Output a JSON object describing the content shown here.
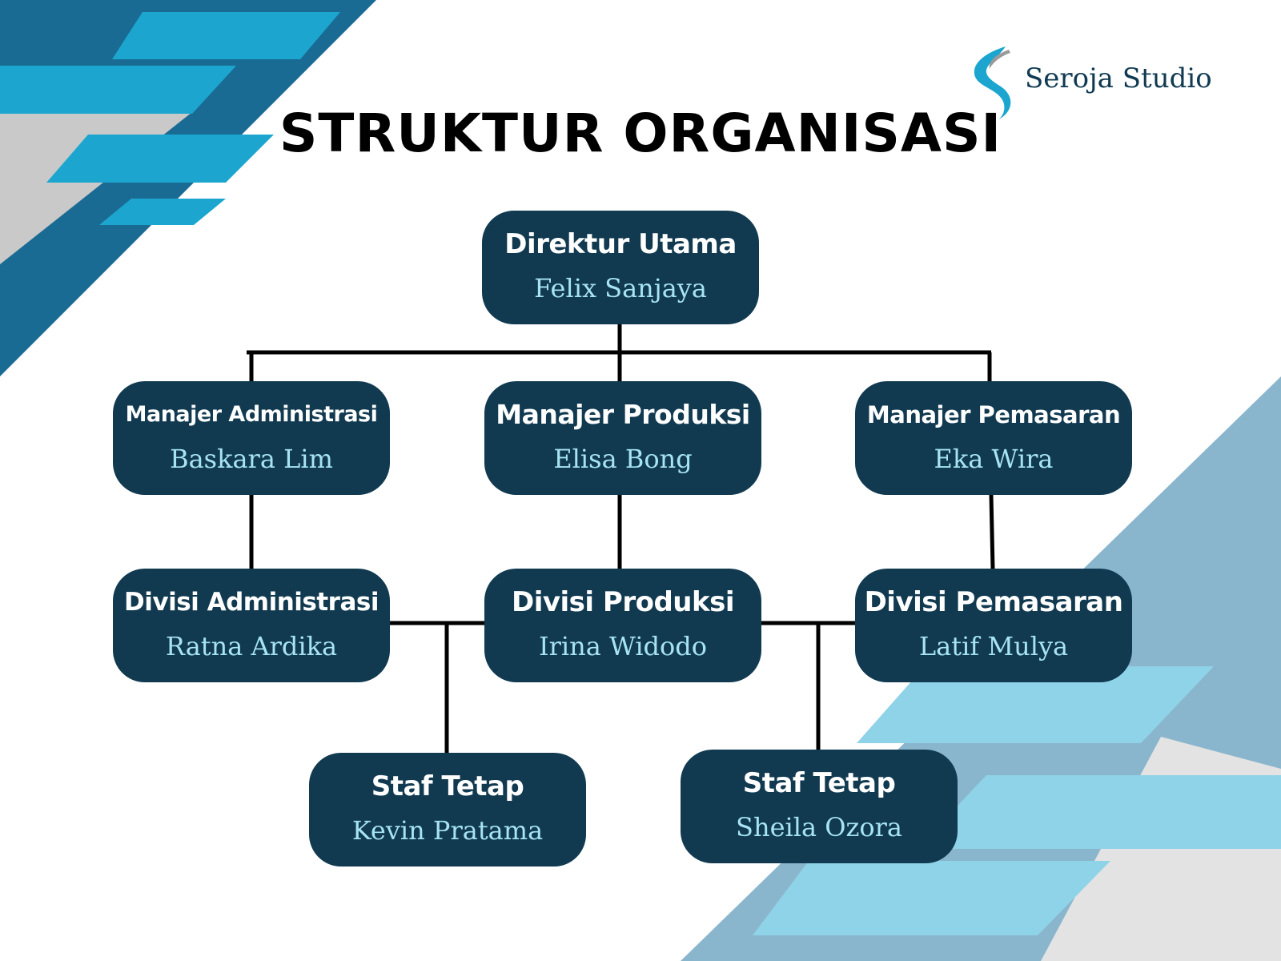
{
  "title": "STRUKTUR ORGANISASI",
  "logo": {
    "text": "Seroja Studio",
    "icon": "ribbon-s-logo-icon"
  },
  "colors": {
    "box": "#113a51",
    "name_text": "#a7e4f2",
    "accent_blue": "#1ca6cf",
    "dark_blue": "#1a6b94",
    "light_blue": "#8fd3e8",
    "gray_blue": "#8ab6cd"
  },
  "nodes": {
    "direktur": {
      "role": "Direktur Utama",
      "name": "Felix Sanjaya"
    },
    "mgr_admin": {
      "role": "Manajer Administrasi",
      "name": "Baskara Lim"
    },
    "mgr_prod": {
      "role": "Manajer Produksi",
      "name": "Elisa Bong"
    },
    "mgr_pemasaran": {
      "role": "Manajer Pemasaran",
      "name": "Eka Wira"
    },
    "div_admin": {
      "role": "Divisi Administrasi",
      "name": "Ratna Ardika"
    },
    "div_prod": {
      "role": "Divisi Produksi",
      "name": "Irina Widodo"
    },
    "div_pemasaran": {
      "role": "Divisi Pemasaran",
      "name": "Latif Mulya"
    },
    "staf_1": {
      "role": "Staf Tetap",
      "name": "Kevin Pratama"
    },
    "staf_2": {
      "role": "Staf Tetap",
      "name": "Sheila Ozora"
    }
  }
}
